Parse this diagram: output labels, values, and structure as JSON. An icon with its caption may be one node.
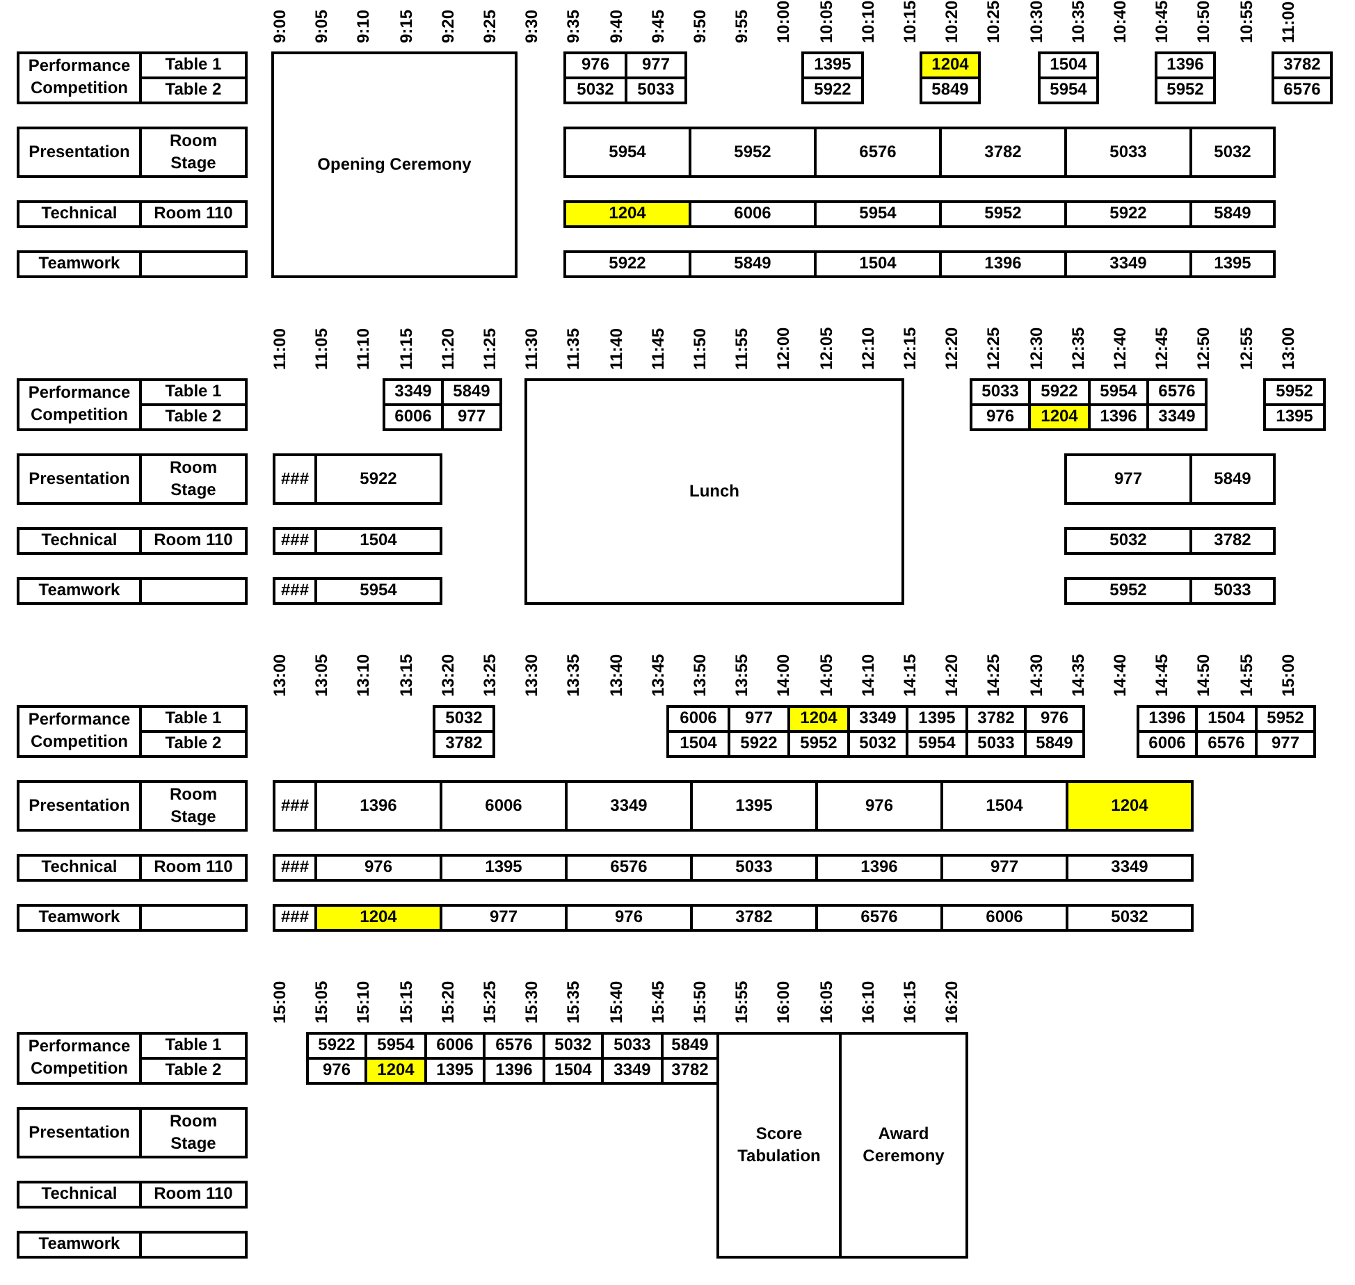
{
  "diagram": {
    "nodes": [
      {
        "text": [
          "Performance Competition"
        ]
      },
      {
        "text": [
          "Table 1"
        ]
      },
      {
        "text": [
          "Opening Ceremony"
        ]
      },
      {
        "text": [
          "976"
        ]
      },
      {
        "text": [
          "977"
        ]
      },
      {
        "text": [
          "1395"
        ]
      },
      {
        "text": [
          "1204"
        ]
      },
      {
        "text": [
          "1504"
        ]
      },
      {
        "text": [
          "1396"
        ]
      },
      {
        "text": [
          "3782"
        ]
      },
      {
        "text": [
          "Table 2"
        ]
      },
      {
        "text": [
          "5032"
        ]
      },
      {
        "text": [
          "5033"
        ]
      },
      {
        "text": [
          "5922"
        ]
      },
      {
        "text": [
          "5849"
        ]
      },
      {
        "text": [
          "5954"
        ]
      },
      {
        "text": [
          "5952"
        ]
      },
      {
        "text": [
          "6576"
        ]
      },
      {
        "text": [
          "Presentation"
        ]
      },
      {
        "text": [
          "Room Stage"
        ]
      },
      {
        "text": [
          "5954"
        ]
      },
      {
        "text": [
          "5952"
        ]
      },
      {
        "text": [
          "6576"
        ]
      },
      {
        "text": [
          "3782"
        ]
      },
      {
        "text": [
          "5033"
        ]
      },
      {
        "text": [
          "5032"
        ]
      },
      {
        "text": [
          "Technical"
        ]
      },
      {
        "text": [
          "Room 110"
        ]
      },
      {
        "text": [
          "1204"
        ]
      },
      {
        "text": [
          "6006"
        ]
      },
      {
        "text": [
          "5954"
        ]
      },
      {
        "text": [
          "5952"
        ]
      },
      {
        "text": [
          "5922"
        ]
      },
      {
        "text": [
          "5849"
        ]
      },
      {
        "text": [
          "Teamwork"
        ]
      },
      {
        "text": [],
        "shape": "box"
      },
      {
        "text": [
          "5922"
        ]
      },
      {
        "text": [
          "5849"
        ]
      },
      {
        "text": [
          "1504"
        ]
      },
      {
        "text": [
          "1396"
        ]
      },
      {
        "text": [
          "3349"
        ]
      },
      {
        "text": [
          "1395"
        ]
      },
      {
        "text": [
          "Performance Competition"
        ]
      },
      {
        "text": [
          "Table 1"
        ]
      },
      {
        "text": [
          "3349"
        ]
      },
      {
        "text": [
          "5849"
        ]
      },
      {
        "text": [
          "Lunch"
        ]
      },
      {
        "text": [
          "5033"
        ]
      },
      {
        "text": [
          "5922"
        ]
      },
      {
        "text": [
          "5954"
        ]
      },
      {
        "text": [
          "6576"
        ]
      },
      {
        "text": [
          "5952"
        ]
      },
      {
        "text": [
          "Table 2"
        ]
      },
      {
        "text": [
          "6006"
        ]
      },
      {
        "text": [
          "977"
        ]
      },
      {
        "text": [
          "976"
        ]
      },
      {
        "text": [
          "1204"
        ]
      },
      {
        "text": [
          "1396"
        ]
      },
      {
        "text": [
          "3349"
        ]
      },
      {
        "text": [
          "1395"
        ]
      },
      {
        "text": [
          "Presentation"
        ]
      },
      {
        "text": [
          "Room Stage"
        ]
      },
      {
        "text": [
          "###"
        ]
      },
      {
        "text": [
          "5922"
        ]
      },
      {
        "text": [
          "977"
        ]
      },
      {
        "text": [
          "5849"
        ]
      },
      {
        "text": [
          "Technical"
        ]
      },
      {
        "text": [
          "Room 110"
        ]
      },
      {
        "text": [
          "###"
        ]
      },
      {
        "text": [
          "1504"
        ]
      },
      {
        "text": [
          "5032"
        ]
      },
      {
        "text": [
          "3782"
        ]
      },
      {
        "text": [
          "Teamwork"
        ]
      },
      {
        "text": [],
        "shape": "box"
      },
      {
        "text": [
          "###"
        ]
      },
      {
        "text": [
          "5954"
        ]
      },
      {
        "text": [
          "5952"
        ]
      },
      {
        "text": [
          "5033"
        ]
      },
      {
        "text": [
          "Performance Competition"
        ]
      },
      {
        "text": [
          "Table 1"
        ]
      },
      {
        "text": [
          "5032"
        ]
      },
      {
        "text": [
          "6006"
        ]
      },
      {
        "text": [
          "977"
        ]
      },
      {
        "text": [
          "1204"
        ]
      },
      {
        "text": [
          "3349"
        ]
      },
      {
        "text": [
          "1395"
        ]
      },
      {
        "text": [
          "3782"
        ]
      },
      {
        "text": [
          "976"
        ]
      },
      {
        "text": [
          "1396"
        ]
      },
      {
        "text": [
          "1504"
        ]
      },
      {
        "text": [
          "5952"
        ]
      },
      {
        "text": [
          "Table 2"
        ]
      },
      {
        "text": [
          "3782"
        ]
      },
      {
        "text": [
          "1504"
        ]
      },
      {
        "text": [
          "5922"
        ]
      },
      {
        "text": [
          "5952"
        ]
      },
      {
        "text": [
          "5032"
        ]
      },
      {
        "text": [
          "5954"
        ]
      },
      {
        "text": [
          "5033"
        ]
      },
      {
        "text": [
          "5849"
        ]
      },
      {
        "text": [
          "6006"
        ]
      },
      {
        "text": [
          "6576"
        ]
      },
      {
        "text": [
          "977"
        ]
      },
      {
        "text": [
          "Presentation"
        ]
      },
      {
        "text": [
          "Room Stage"
        ]
      },
      {
        "text": [
          "###"
        ]
      },
      {
        "text": [
          "1396"
        ]
      },
      {
        "text": [
          "6006"
        ]
      },
      {
        "text": [
          "3349"
        ]
      },
      {
        "text": [
          "1395"
        ]
      },
      {
        "text": [
          "976"
        ]
      },
      {
        "text": [
          "1504"
        ]
      },
      {
        "text": [
          "1204"
        ]
      },
      {
        "text": [
          "Technical"
        ]
      },
      {
        "text": [
          "Room 110"
        ]
      },
      {
        "text": [
          "###"
        ]
      },
      {
        "text": [
          "976"
        ]
      },
      {
        "text": [
          "1395"
        ]
      },
      {
        "text": [
          "6576"
        ]
      },
      {
        "text": [
          "5033"
        ]
      },
      {
        "text": [
          "1396"
        ]
      },
      {
        "text": [
          "977"
        ]
      },
      {
        "text": [
          "3349"
        ]
      },
      {
        "text": [
          "Teamwork"
        ]
      },
      {
        "text": [],
        "shape": "box"
      },
      {
        "text": [
          "###"
        ]
      },
      {
        "text": [
          "1204"
        ]
      },
      {
        "text": [
          "977"
        ]
      },
      {
        "text": [
          "976"
        ]
      },
      {
        "text": [
          "3782"
        ]
      },
      {
        "text": [
          "6576"
        ]
      },
      {
        "text": [
          "6006"
        ]
      },
      {
        "text": [
          "5032"
        ]
      },
      {
        "text": [
          "Performance Competition"
        ]
      },
      {
        "text": [
          "Table 1"
        ]
      },
      {
        "text": [
          "5922"
        ]
      },
      {
        "text": [
          "5954"
        ]
      },
      {
        "text": [
          "6006"
        ]
      },
      {
        "text": [
          "6576"
        ]
      },
      {
        "text": [
          "5032"
        ]
      },
      {
        "text": [
          "5033"
        ]
      },
      {
        "text": [
          "5849"
        ]
      },
      {
        "text": [
          "Score Tabulation"
        ]
      },
      {
        "text": [
          "Award Ceremony"
        ]
      },
      {
        "text": [
          "Table 2"
        ]
      },
      {
        "text": [
          "976"
        ]
      },
      {
        "text": [
          "1204"
        ]
      },
      {
        "text": [
          "1395"
        ]
      },
      {
        "text": [
          "1396"
        ]
      },
      {
        "text": [
          "1504"
        ]
      },
      {
        "text": [
          "3349"
        ]
      },
      {
        "text": [
          "3782"
        ]
      },
      {
        "text": [
          "Presentation"
        ]
      },
      {
        "text": [
          "Room Stage"
        ]
      },
      {
        "text": [
          "Technical"
        ]
      },
      {
        "text": [
          "Room 110"
        ]
      },
      {
        "text": [
          "Teamwork"
        ]
      },
      {
        "text": [],
        "shape": "box"
      }
    ],
    "labels": [
      "9:00",
      "9:05",
      "9:10",
      "9:15",
      "9:20",
      "9:25",
      "9:30",
      "9:35",
      "9:40",
      "9:45",
      "9:50",
      "9:55",
      "10:00",
      "10:05",
      "10:10",
      "10:15",
      "10:20",
      "10:25",
      "10:30",
      "10:35",
      "10:40",
      "10:45",
      "10:50",
      "10:55",
      "11:00",
      "11:00",
      "11:05",
      "11:10",
      "11:15",
      "11:20",
      "11:25",
      "11:30",
      "11:35",
      "11:40",
      "11:45",
      "11:50",
      "11:55",
      "12:00",
      "12:05",
      "12:10",
      "12:15",
      "12:20",
      "12:25",
      "12:30",
      "12:35",
      "12:40",
      "12:45",
      "12:50",
      "12:55",
      "13:00",
      "13:00",
      "13:05",
      "13:10",
      "13:15",
      "13:20",
      "13:25",
      "13:30",
      "13:35",
      "13:40",
      "13:45",
      "13:50",
      "13:55",
      "14:00",
      "14:05",
      "14:10",
      "14:15",
      "14:20",
      "14:25",
      "14:30",
      "14:35",
      "14:40",
      "14:45",
      "14:50",
      "14:55",
      "15:00",
      "15:00",
      "15:05",
      "15:10",
      "15:15",
      "15:20",
      "15:25",
      "15:30",
      "15:35",
      "15:40",
      "15:45",
      "15:50",
      "15:55",
      "16:00",
      "16:05",
      "16:10",
      "16:15",
      "16:20"
    ]
  }
}
